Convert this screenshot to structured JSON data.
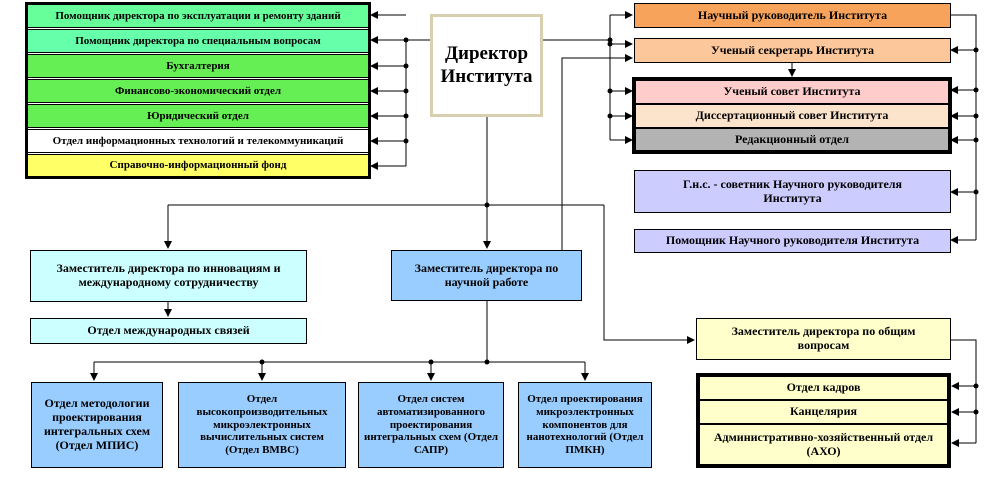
{
  "director": {
    "line1": "Директор",
    "line2": "Института"
  },
  "left_group": [
    {
      "label": "Помощник директора по эксплуатации и ремонту зданий",
      "color": "#66ff99"
    },
    {
      "label": "Помощник директора по специальным вопросам",
      "color": "#66ffaa"
    },
    {
      "label": "Бухгалтерия",
      "color": "#66ee55"
    },
    {
      "label": "Финансово-экономический отдел",
      "color": "#66ee55"
    },
    {
      "label": "Юридический отдел",
      "color": "#66ee55"
    },
    {
      "label": "Отдел информационных технологий и телекоммуникаций",
      "color": "#ffffff"
    },
    {
      "label": "Справочно-информационный фонд",
      "color": "#ffff66"
    }
  ],
  "right_top": {
    "scientific_leader": {
      "label": "Научный руководитель Института",
      "color": "#f7a35c"
    },
    "scientific_secretary": {
      "label": "Ученый секретарь Института",
      "color": "#fcc89b"
    },
    "council_group": [
      {
        "label": "Ученый совет Института",
        "color": "#ffcccc"
      },
      {
        "label": "Диссертационный совет Института",
        "color": "#fce4cc"
      },
      {
        "label": "Редакционный отдел",
        "color": "#b3b3b3"
      }
    ],
    "advisor": {
      "label": "Г.н.с. - советник Научного руководителя Института",
      "color": "#ccccff"
    },
    "assistant": {
      "label": "Помощник Научного руководителя Института",
      "color": "#ccccff"
    }
  },
  "innovation": {
    "deputy": {
      "label": "Заместитель директора по инновациям и международному сотрудничеству",
      "color": "#ccffff"
    },
    "dept": {
      "label": "Отдел международных связей",
      "color": "#ccffff"
    }
  },
  "science_deputy": {
    "label": "Заместитель директора по научной работе",
    "color": "#99ccff"
  },
  "science_depts": [
    {
      "label": "Отдел методологии проектирования интегральных схем (Отдел МПИС)",
      "color": "#99ccff"
    },
    {
      "label": "Отдел высокопроизводительных микроэлектронных вычислительных систем (Отдел ВМВС)",
      "color": "#99ccff"
    },
    {
      "label": "Отдел систем автоматизированного проектирования интегральных схем (Отдел САПР)",
      "color": "#99ccff"
    },
    {
      "label": "Отдел проектирования микроэлектронных компонентов для нанотехнологий (Отдел ПМКН)",
      "color": "#99ccff"
    }
  ],
  "general": {
    "deputy": {
      "label": "Заместитель директора по общим вопросам",
      "color": "#ffffcc"
    },
    "group": [
      {
        "label": "Отдел кадров",
        "color": "#ffffcc"
      },
      {
        "label": "Канцелярия",
        "color": "#ffffcc"
      },
      {
        "label": "Административно-хозяйственный отдел (АХО)",
        "color": "#ffffcc"
      }
    ]
  },
  "colors": {
    "director_bg": "#ffffff",
    "director_border": "#d8ceb0",
    "line": "#000000"
  }
}
